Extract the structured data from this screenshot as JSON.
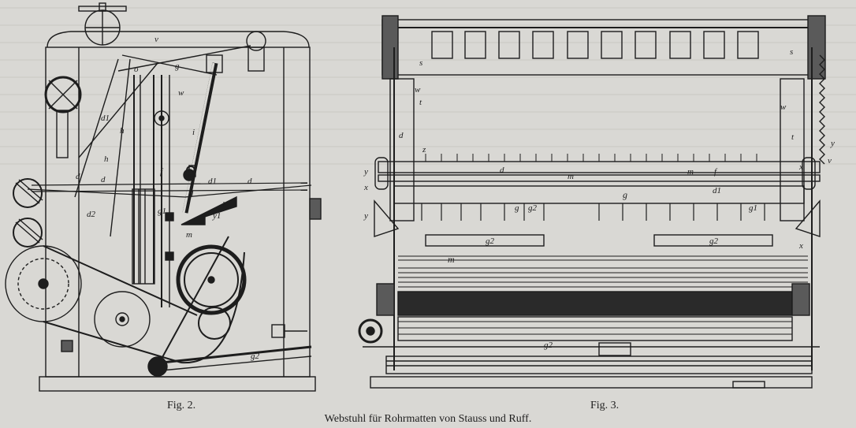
{
  "figures": [
    {
      "label": "Fig. 2."
    },
    {
      "label": "Fig. 3."
    }
  ],
  "caption": "Webstuhl für Rohrmatten von Stauss und Ruff.",
  "fig2_letters": [
    "v",
    "o",
    "g",
    "w",
    "d1",
    "h",
    "h",
    "d",
    "i",
    "f",
    "d",
    "d",
    "g",
    "d1",
    "h",
    "y1",
    "d2",
    "m",
    "g1",
    "g2"
  ],
  "fig3_letters": [
    "s",
    "w",
    "t",
    "z",
    "d",
    "y",
    "x",
    "y",
    "g",
    "g",
    "g2",
    "m",
    "m",
    "d",
    "g2",
    "m",
    "g2",
    "g1",
    "d1",
    "f",
    "s",
    "x",
    "y",
    "x",
    "w",
    "t",
    "v",
    "g2"
  ],
  "colors": {
    "paper": "#d9d8d4",
    "ink": "#1d1d1d"
  }
}
